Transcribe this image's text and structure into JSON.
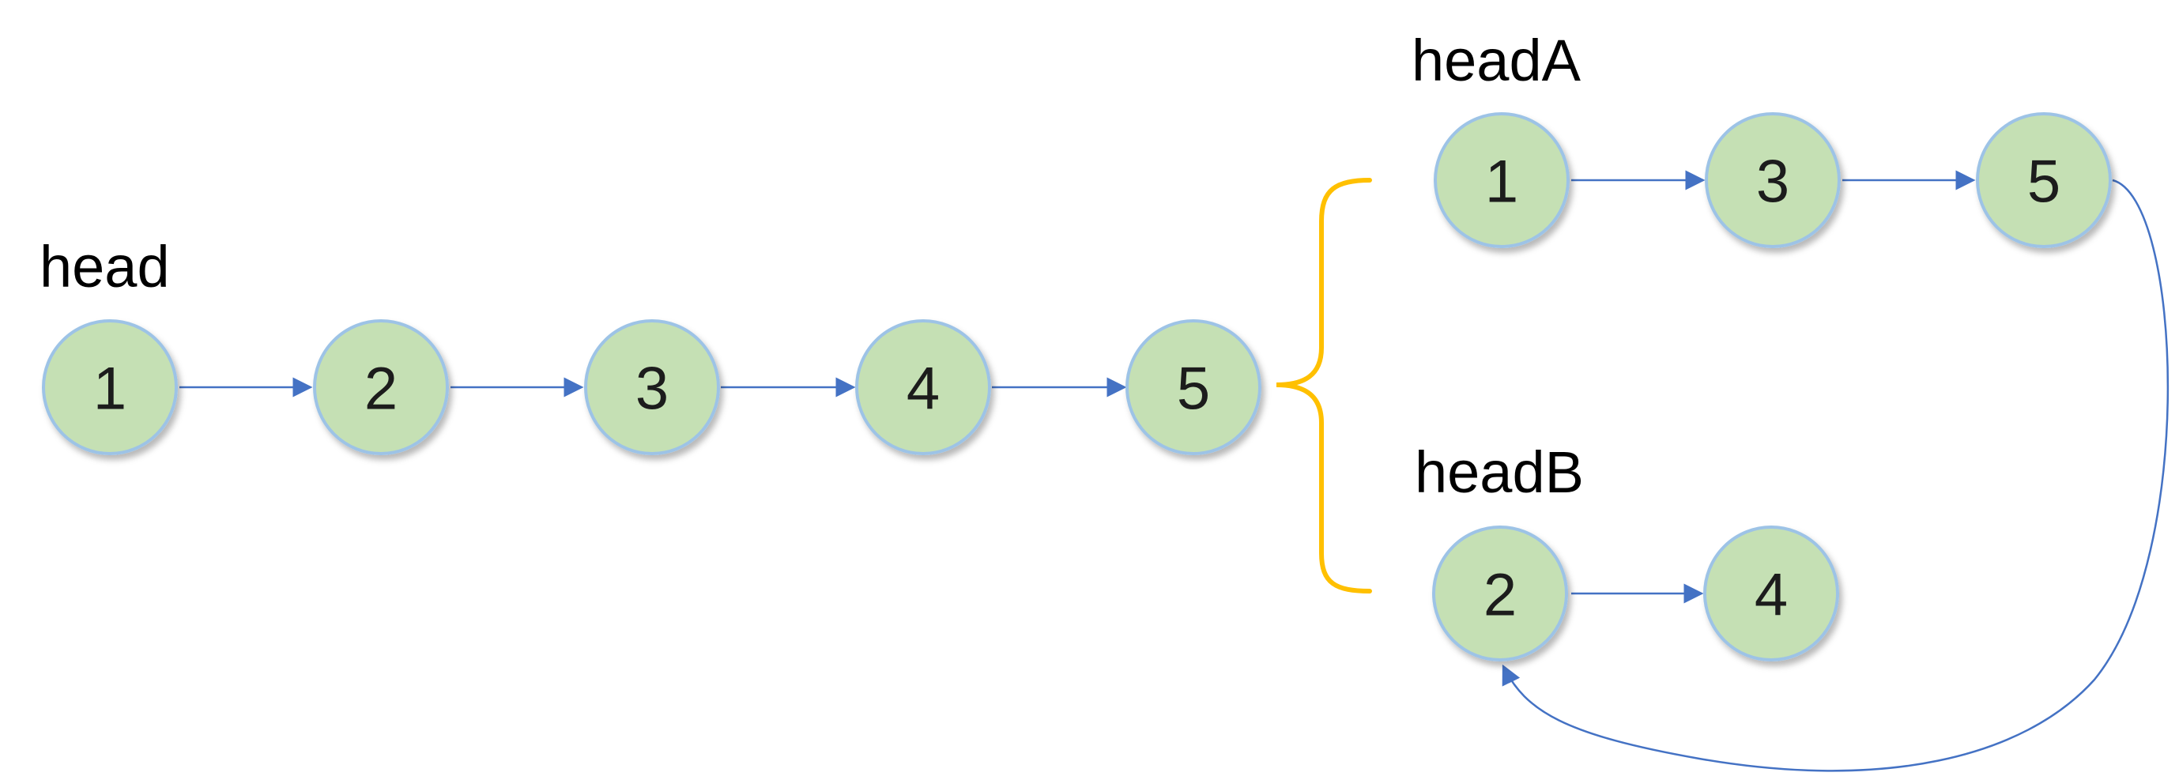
{
  "colors": {
    "node_fill": "#c5e0b4",
    "node_stroke": "#9dc3e6",
    "arrow": "#4472c4",
    "brace": "#ffc000",
    "text": "#000000"
  },
  "main_list": {
    "label": "head",
    "nodes": [
      "1",
      "2",
      "3",
      "4",
      "5"
    ]
  },
  "list_a": {
    "label": "headA",
    "nodes": [
      "1",
      "3",
      "5"
    ]
  },
  "list_b": {
    "label": "headB",
    "nodes": [
      "2",
      "4"
    ]
  }
}
